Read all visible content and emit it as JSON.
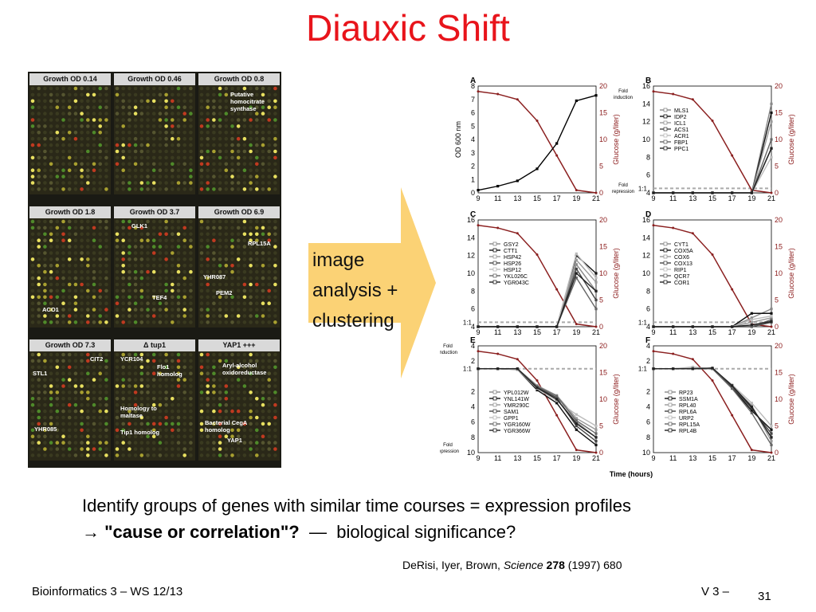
{
  "title": "Diauxic Shift",
  "microarray": {
    "panels": [
      {
        "caption": "Growth OD 0.14",
        "labels": []
      },
      {
        "caption": "Growth OD 0.46",
        "labels": []
      },
      {
        "caption": "Growth OD 0.8",
        "labels": [
          "Putative homocitrate synthase"
        ]
      },
      {
        "caption": "Growth OD 1.8",
        "labels": [
          "ACO1"
        ]
      },
      {
        "caption": "Growth OD 3.7",
        "labels": [
          "GLK1",
          "TEF4"
        ]
      },
      {
        "caption": "Growth OD 6.9",
        "labels": [
          "RPL15A",
          "YHR087",
          "PEM2"
        ]
      },
      {
        "caption": "Growth OD 7.3",
        "labels": [
          "CIT2",
          "STL1",
          "YHR085"
        ]
      },
      {
        "caption": "Δ tup1",
        "labels": [
          "YCR104",
          "Flo1 homolog",
          "Homology to maltase",
          "Tip1 homolog"
        ]
      },
      {
        "caption": "YAP1 +++",
        "labels": [
          "Aryl-alcohol oxidoreductase",
          "Bacterial CegA homolog",
          "YAP1"
        ]
      }
    ]
  },
  "arrow_text": [
    "image",
    "analysis +",
    "clustering"
  ],
  "chart_data": [
    {
      "type": "line",
      "panel": "A",
      "x": [
        9,
        11,
        13,
        15,
        17,
        19,
        21
      ],
      "ylabel": "OD 600 nm",
      "y2label": "Glucose (g/liter)",
      "ylim": [
        0,
        8
      ],
      "y2lim": [
        0,
        20
      ],
      "series": [
        {
          "name": "OD 600 nm",
          "values": [
            0.2,
            0.5,
            0.9,
            1.8,
            3.7,
            6.9,
            7.3
          ]
        },
        {
          "name": "Glucose",
          "axis": "right",
          "values": [
            19,
            18.5,
            17.5,
            13.5,
            7,
            0.5,
            0
          ]
        }
      ]
    },
    {
      "type": "line",
      "panel": "B",
      "x": [
        9,
        11,
        13,
        15,
        17,
        19,
        21
      ],
      "y2label": "Glucose (g/liter)",
      "ylim": [
        4,
        16
      ],
      "y2lim": [
        0,
        20
      ],
      "y_notes": [
        "Fold induction",
        "1:1",
        "Fold repression"
      ],
      "legend": [
        "MLS1",
        "IDP2",
        "ICL1",
        "ACS1",
        "ACR1",
        "FBP1",
        "PPC1"
      ],
      "series": [
        {
          "values": [
            1,
            1,
            1,
            0.9,
            1,
            1.5,
            14
          ]
        },
        {
          "values": [
            1,
            1,
            1.2,
            1,
            1,
            2,
            13
          ]
        },
        {
          "values": [
            1,
            1,
            1.3,
            1,
            1,
            1.8,
            12
          ]
        },
        {
          "values": [
            1,
            1,
            1,
            1,
            1,
            1.3,
            9
          ]
        },
        {
          "values": [
            1,
            0.9,
            1,
            1,
            1,
            1.2,
            8
          ]
        },
        {
          "values": [
            1,
            1,
            1,
            1.1,
            1,
            1.6,
            10
          ]
        },
        {
          "values": [
            1,
            1,
            1,
            1,
            1,
            1.4,
            9
          ]
        }
      ],
      "glucose": [
        19,
        18.5,
        17.5,
        13.5,
        7,
        0.5,
        0
      ]
    },
    {
      "type": "line",
      "panel": "C",
      "x": [
        9,
        11,
        13,
        15,
        17,
        19,
        21
      ],
      "y2label": "Glucose (g/liter)",
      "ylim": [
        4,
        16
      ],
      "y2lim": [
        0,
        20
      ],
      "y_notes": [
        "1:1"
      ],
      "legend": [
        "GSY2",
        "CTT1",
        "HSP42",
        "HSP26",
        "HSP12",
        "YKL026C",
        "YGR043C"
      ],
      "series": [
        {
          "values": [
            1,
            1,
            1.3,
            1.8,
            3,
            11,
            8
          ]
        },
        {
          "values": [
            1,
            1,
            1.4,
            2,
            4,
            12,
            10
          ]
        },
        {
          "values": [
            1,
            1,
            1.2,
            1.6,
            2.5,
            11.5,
            9
          ]
        },
        {
          "values": [
            1,
            1,
            1.1,
            1.5,
            2.2,
            10.5,
            7
          ]
        },
        {
          "values": [
            1,
            1,
            1.2,
            1.7,
            3.5,
            12.2,
            9.5
          ]
        },
        {
          "values": [
            1,
            1,
            1.1,
            1.3,
            2,
            9.5,
            6
          ]
        },
        {
          "values": [
            1,
            0.9,
            1,
            1.4,
            2.8,
            10,
            8
          ]
        }
      ],
      "glucose": [
        19,
        18.5,
        17.5,
        13.5,
        7,
        0.5,
        0
      ]
    },
    {
      "type": "line",
      "panel": "D",
      "x": [
        9,
        11,
        13,
        15,
        17,
        19,
        21
      ],
      "y2label": "Glucose (g/liter)",
      "ylim": [
        4,
        16
      ],
      "y2lim": [
        0,
        20
      ],
      "y_notes": [
        "1:1"
      ],
      "legend": [
        "CYT1",
        "COX5A",
        "COX6",
        "COX13",
        "RIP1",
        "QCR7",
        "COR1"
      ],
      "series": [
        {
          "values": [
            1,
            1,
            1.1,
            1.3,
            1.8,
            5,
            6
          ]
        },
        {
          "values": [
            1,
            1,
            1.2,
            1.5,
            2,
            5.5,
            5.5
          ]
        },
        {
          "values": [
            1,
            1,
            1,
            1.2,
            1.6,
            4.5,
            5
          ]
        },
        {
          "values": [
            1,
            1,
            1.1,
            1.4,
            2.2,
            4,
            4.5
          ]
        },
        {
          "values": [
            1,
            1,
            1.2,
            1.3,
            1.9,
            4.8,
            5.2
          ]
        },
        {
          "values": [
            1,
            1,
            1.1,
            1.2,
            1.5,
            3.5,
            4.8
          ]
        },
        {
          "values": [
            1,
            1,
            1,
            1.3,
            1.7,
            4.2,
            4.6
          ]
        }
      ],
      "glucose": [
        19,
        18.5,
        17.5,
        13.5,
        7,
        0.5,
        0
      ]
    },
    {
      "type": "line",
      "panel": "E",
      "x": [
        9,
        11,
        13,
        15,
        17,
        19,
        21
      ],
      "y2label": "Glucose (g/liter)",
      "ylim": [
        -10,
        4
      ],
      "y2lim": [
        0,
        20
      ],
      "y_notes": [
        "Fold induction",
        "1:1",
        "Fold repression"
      ],
      "legend": [
        "YPL012W",
        "YNL141W",
        "YMR290C",
        "SAM1",
        "GPP1",
        "YGR160W",
        "YGR366W"
      ],
      "series": [
        {
          "values": [
            1,
            1,
            1,
            -1.5,
            -3,
            -6,
            -8
          ]
        },
        {
          "values": [
            1,
            1,
            0.9,
            -1.8,
            -3.5,
            -7,
            -9
          ]
        },
        {
          "values": [
            1,
            1,
            1,
            -1.2,
            -2.5,
            -5.5,
            -7
          ]
        },
        {
          "values": [
            1,
            1,
            1,
            -1.4,
            -2.8,
            -6.5,
            -8.5
          ]
        },
        {
          "values": [
            1,
            1,
            0.9,
            -1.6,
            -3.2,
            -5,
            -6.5
          ]
        },
        {
          "values": [
            1,
            1,
            1,
            -1.3,
            -2.6,
            -5.8,
            -7.5
          ]
        },
        {
          "values": [
            1,
            1,
            1,
            -1.5,
            -3,
            -6.2,
            -8
          ]
        }
      ],
      "glucose": [
        19,
        18.5,
        17.5,
        13.5,
        7,
        0.5,
        0
      ]
    },
    {
      "type": "line",
      "panel": "F",
      "x": [
        9,
        11,
        13,
        15,
        17,
        19,
        21
      ],
      "y2label": "Glucose (g/liter)",
      "ylim": [
        -10,
        4
      ],
      "y2lim": [
        0,
        20
      ],
      "y_notes": [
        "1:1"
      ],
      "legend": [
        "RP23",
        "SSM1A",
        "RPL40",
        "RPL6A",
        "URP2",
        "RPL15A",
        "RPL4B"
      ],
      "series": [
        {
          "values": [
            1,
            1,
            1,
            1,
            -1.2,
            -4,
            -8
          ]
        },
        {
          "values": [
            1,
            1,
            1,
            1,
            -1.5,
            -4.5,
            -7
          ]
        },
        {
          "values": [
            1,
            1,
            1.2,
            1,
            -1.3,
            -3.8,
            -8.5
          ]
        },
        {
          "values": [
            1,
            1,
            1,
            1,
            -1.4,
            -4.2,
            -7.5
          ]
        },
        {
          "values": [
            1,
            1,
            1.1,
            1,
            -1.1,
            -3.5,
            -6.5
          ]
        },
        {
          "values": [
            1,
            1,
            1,
            1,
            -1.6,
            -4.8,
            -9
          ]
        },
        {
          "values": [
            1,
            1,
            1,
            1.1,
            -1.2,
            -4,
            -8
          ]
        }
      ],
      "glucose": [
        19,
        18.5,
        17.5,
        13.5,
        7,
        0.5,
        0
      ]
    }
  ],
  "chart_xlabel": "Time (hours)",
  "body_line1": "Identify groups of genes with similar time courses = expression profiles",
  "body_line2_arrow": "→",
  "body_line2_bold": "\"cause or correlation\"?",
  "body_line2_dash": "—",
  "body_line2_rest": "biological significance?",
  "citation": {
    "authors": "DeRisi, Iyer, Brown,",
    "journal": "Science",
    "volume": "278",
    "rest": "(1997) 680"
  },
  "footer_left": "Bioinformatics 3 – WS 12/13",
  "footer_right": "V 3 –",
  "page_number": "31"
}
